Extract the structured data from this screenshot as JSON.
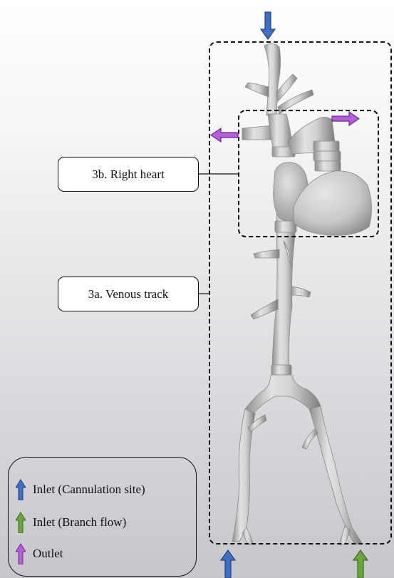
{
  "labels": {
    "right_heart": "3b. Right heart",
    "venous_track": "3a. Venous track"
  },
  "legend": {
    "items": [
      {
        "label": "Inlet (Cannulation site)",
        "icon": "blue-arrow-up-icon",
        "color": "#3f6fc4"
      },
      {
        "label": "Inlet (Branch flow)",
        "icon": "green-arrow-up-icon",
        "color": "#6aa63c"
      },
      {
        "label": "Outlet",
        "icon": "purple-arrow-up-icon",
        "color": "#b45fd8"
      }
    ]
  },
  "colors": {
    "inlet_cannulation": "#3f6fc4",
    "inlet_branch": "#6aa63c",
    "outlet": "#b45fd8",
    "model_fill": "#d8d8d8",
    "model_shadow": "#a9a9a9",
    "box_border": "#111111"
  }
}
